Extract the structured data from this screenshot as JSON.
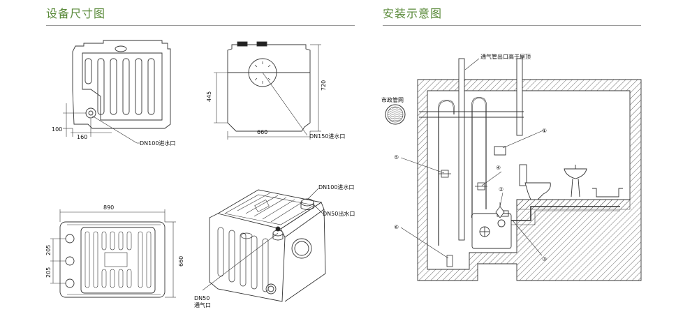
{
  "sections": {
    "left_title": "设备尺寸图",
    "right_title": "安装示意图"
  },
  "dimensions": {
    "top_view_100": "100",
    "top_view_160": "160",
    "front_445": "445",
    "front_720": "720",
    "front_660": "660",
    "plan_890": "890",
    "plan_205_a": "205",
    "plan_205_b": "205",
    "plan_660": "660"
  },
  "callouts": {
    "dn100_inlet_a": "DN100进水口",
    "dn150_inlet": "DN150进水口",
    "dn100_inlet_b": "DN100进水口",
    "dn50_outlet": "DN50出水口",
    "dn50_vent_line1": "DN50",
    "dn50_vent_line2": "通气口"
  },
  "install": {
    "vent_note": "通气管出口高于屋顶",
    "municipal_pipe": "市政管网",
    "markers": [
      "①",
      "②",
      "③",
      "④",
      "⑤",
      "⑥"
    ]
  }
}
